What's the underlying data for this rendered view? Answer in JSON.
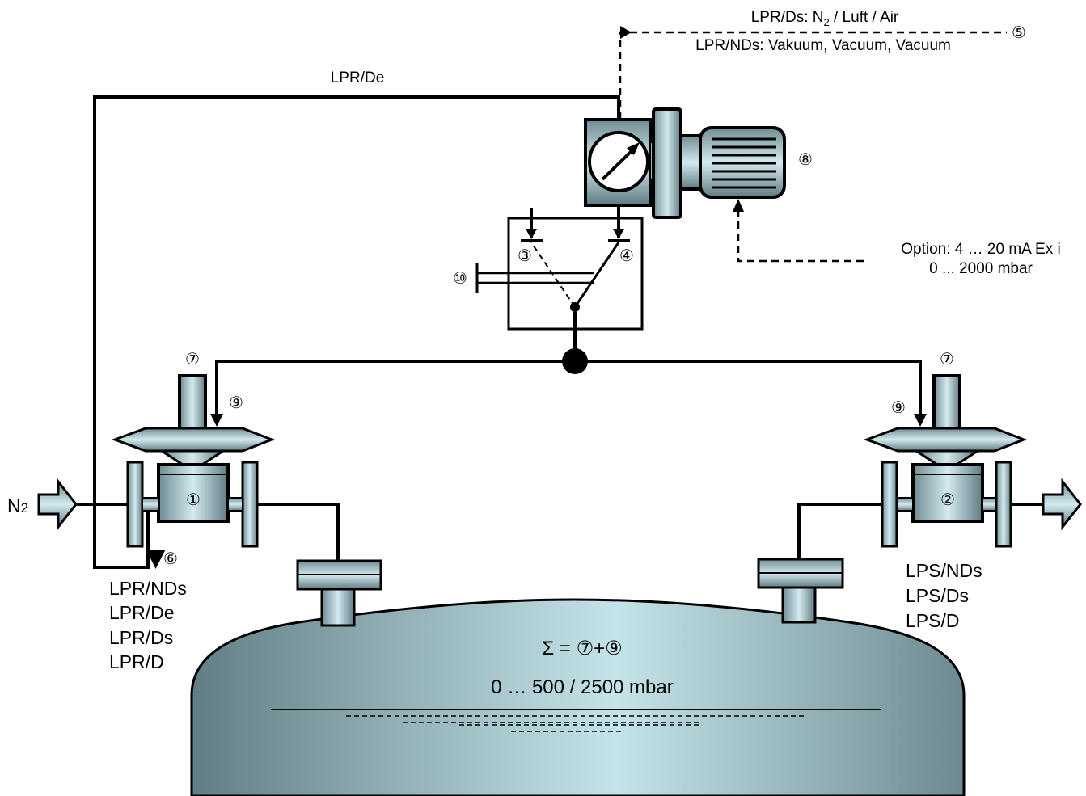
{
  "signals": {
    "top_line1_prefix": "LPR/Ds: N",
    "top_line1_sub": "2",
    "top_line1_suffix": " / Luft / Air",
    "top_line2": "LPR/NDs: Vakuum, Vacuum, Vacuum",
    "feedback_label": "LPR/De",
    "option_line1": "Option: 4 … 20 mA Ex i",
    "option_line2": "0 ... 2000 mbar"
  },
  "inlet": {
    "gas_prefix": "N",
    "gas_sub": "2"
  },
  "markers": {
    "m1": "①",
    "m2": "②",
    "m3": "③",
    "m4": "④",
    "m5": "⑤",
    "m6": "⑥",
    "m7_left": "⑦",
    "m7_right": "⑦",
    "m8": "⑧",
    "m9_left": "⑨",
    "m9_right": "⑨",
    "m10": "⑩"
  },
  "left_models": [
    "LPR/NDs",
    "LPR/De",
    "LPR/Ds",
    "LPR/D"
  ],
  "right_models": [
    "LPS/NDs",
    "LPS/Ds",
    "LPS/D"
  ],
  "tank": {
    "formula": "Σ = ⑦+⑨",
    "range": "0 … 500 / 2500 mbar"
  }
}
